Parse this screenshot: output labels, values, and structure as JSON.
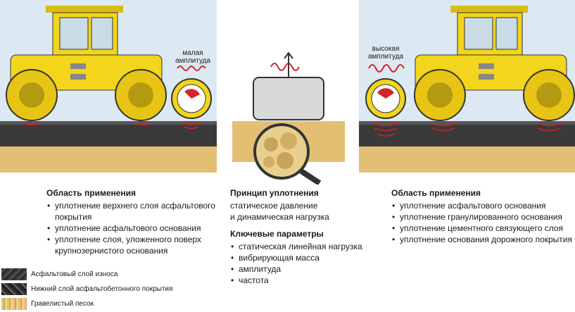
{
  "left_panel": {
    "amplitude_label": "малая\nамплитуда",
    "heading": "Область применения",
    "items": [
      "уплотнение верхнего слоя асфальтового покрытия",
      "уплотнение асфальтового основания",
      "уплотнение слоя, уложенного поверх крупнозернистого основания"
    ]
  },
  "center_panel": {
    "principle_heading": "Принцип уплотнения",
    "principle_text": "статическое давление\nи динамическая нагрузка",
    "params_heading": "Ключевые параметры",
    "params": [
      "статическая линейная нагрузка",
      "вибрирующая масса",
      "амплитуда",
      "частота"
    ]
  },
  "right_panel": {
    "amplitude_label": "высокая\nамплитуда",
    "heading": "Область применения",
    "items": [
      "уплотнение асфальтового основания",
      "уплотнение гранулированного основания",
      "уплотнение цементного связующего слоя",
      "уплотнение основания дорожного покрытия"
    ]
  },
  "legend": [
    {
      "label": "Асфальтовый слой износа",
      "swatch": "wear"
    },
    {
      "label": "Нижний слой асфальтобетонного покрытия",
      "swatch": "binder"
    },
    {
      "label": "Гравелистый песок",
      "swatch": "sand"
    }
  ],
  "colors": {
    "sky": "#dce9f3",
    "roller_yellow": "#f2d51c",
    "asphalt": "#3b3b3b",
    "sand": "#e3bf74",
    "wave_red": "#d6232a"
  }
}
